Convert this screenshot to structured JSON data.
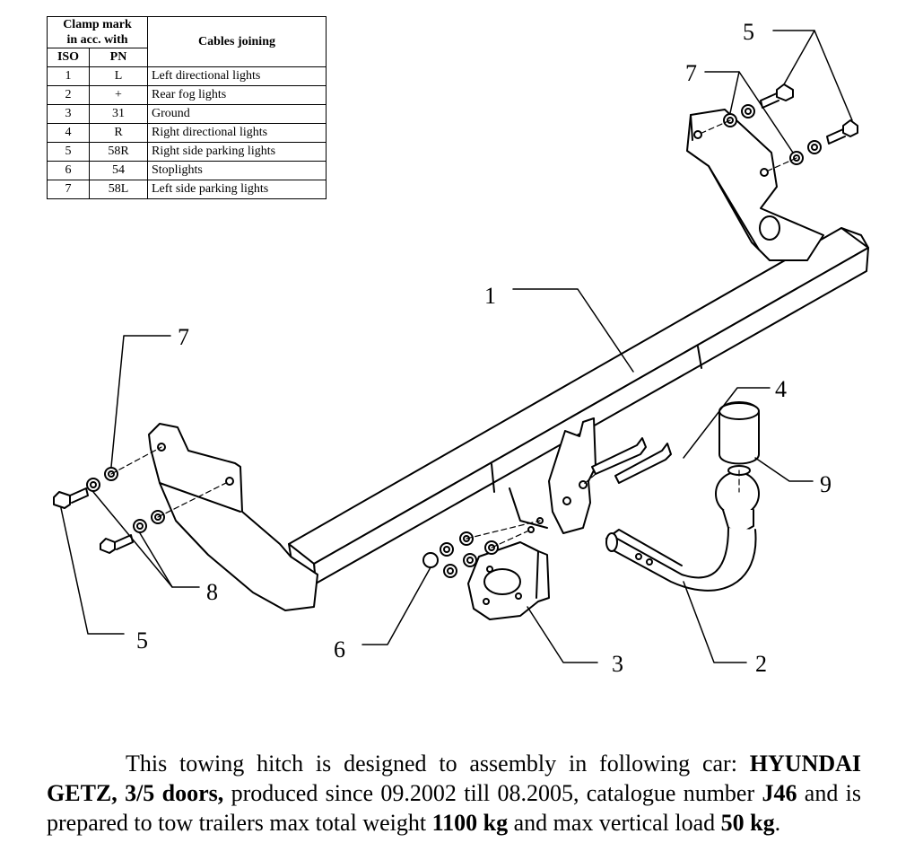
{
  "table": {
    "header_clamp_line1": "Clamp mark",
    "header_clamp_line2": "in acc. with",
    "header_cables": "Cables joining",
    "header_iso": "ISO",
    "header_pn": "PN",
    "rows": [
      {
        "iso": "1",
        "pn": "L",
        "cable": "Left directional lights"
      },
      {
        "iso": "2",
        "pn": "+",
        "cable": "Rear fog lights"
      },
      {
        "iso": "3",
        "pn": "31",
        "cable": "Ground"
      },
      {
        "iso": "4",
        "pn": "R",
        "cable": "Right directional lights"
      },
      {
        "iso": "5",
        "pn": "58R",
        "cable": "Right side parking lights"
      },
      {
        "iso": "6",
        "pn": "54",
        "cable": "Stoplights"
      },
      {
        "iso": "7",
        "pn": "58L",
        "cable": "Left side parking lights"
      }
    ]
  },
  "callouts": {
    "c5_top": "5",
    "c7_top": "7",
    "c1": "1",
    "c4": "4",
    "c9": "9",
    "c7_left": "7",
    "c8": "8",
    "c5_bottom": "5",
    "c6": "6",
    "c3": "3",
    "c2": "2"
  },
  "description": {
    "p1": "This towing hitch is designed to assembly in following car: ",
    "car": "HYUNDAI GETZ, 3/5 doors,",
    "p2": " produced since 09.2002 till 08.2005, catalogue number ",
    "catalogue": "J46",
    "p3": " and is prepared to tow trailers max total weight ",
    "weight": "1100 kg",
    "p4": " and max vertical load ",
    "load": "50 kg",
    "p5": "."
  }
}
